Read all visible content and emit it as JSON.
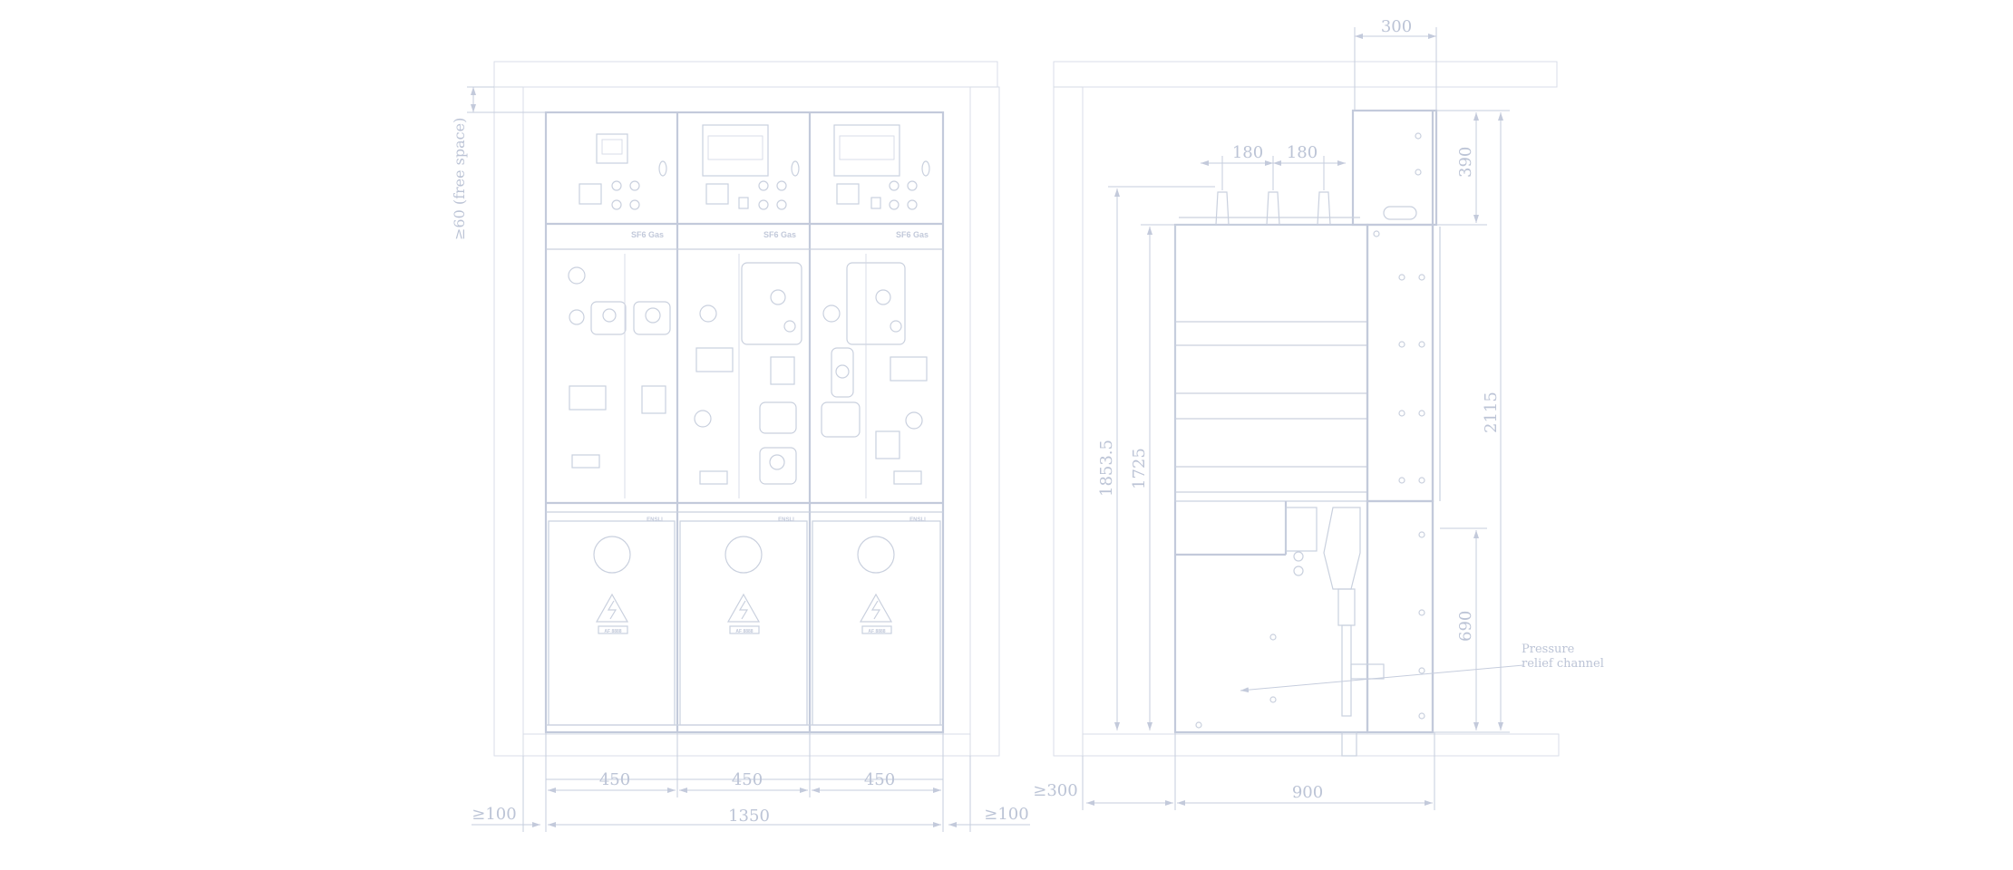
{
  "colors": {
    "line": "#c9d0de",
    "text": "#bcc4d6",
    "background": "#ffffff"
  },
  "front_view": {
    "panel_label_gas": "SF6 Gas",
    "brand_plate": "ENSLI",
    "warning_plate": "AF 8888",
    "dims": {
      "top_clearance": "≥60 (free space)",
      "bay_width": "450",
      "total_width": "1350",
      "side_clearance": "≥100"
    }
  },
  "side_view": {
    "dims": {
      "rear_bus": "300",
      "bushing_a": "180",
      "bushing_b": "180",
      "top_box": "390",
      "overall_height": "2115",
      "height_a": "1853.5",
      "height_b": "1725",
      "cable_room": "690",
      "depth": "900",
      "rear_clearance": "≥300"
    },
    "callout": [
      "Pressure",
      "relief channel"
    ]
  },
  "icons": [
    "brick-wall-icon",
    "high-voltage-warning-icon",
    "dial-icon",
    "relay-icon"
  ]
}
